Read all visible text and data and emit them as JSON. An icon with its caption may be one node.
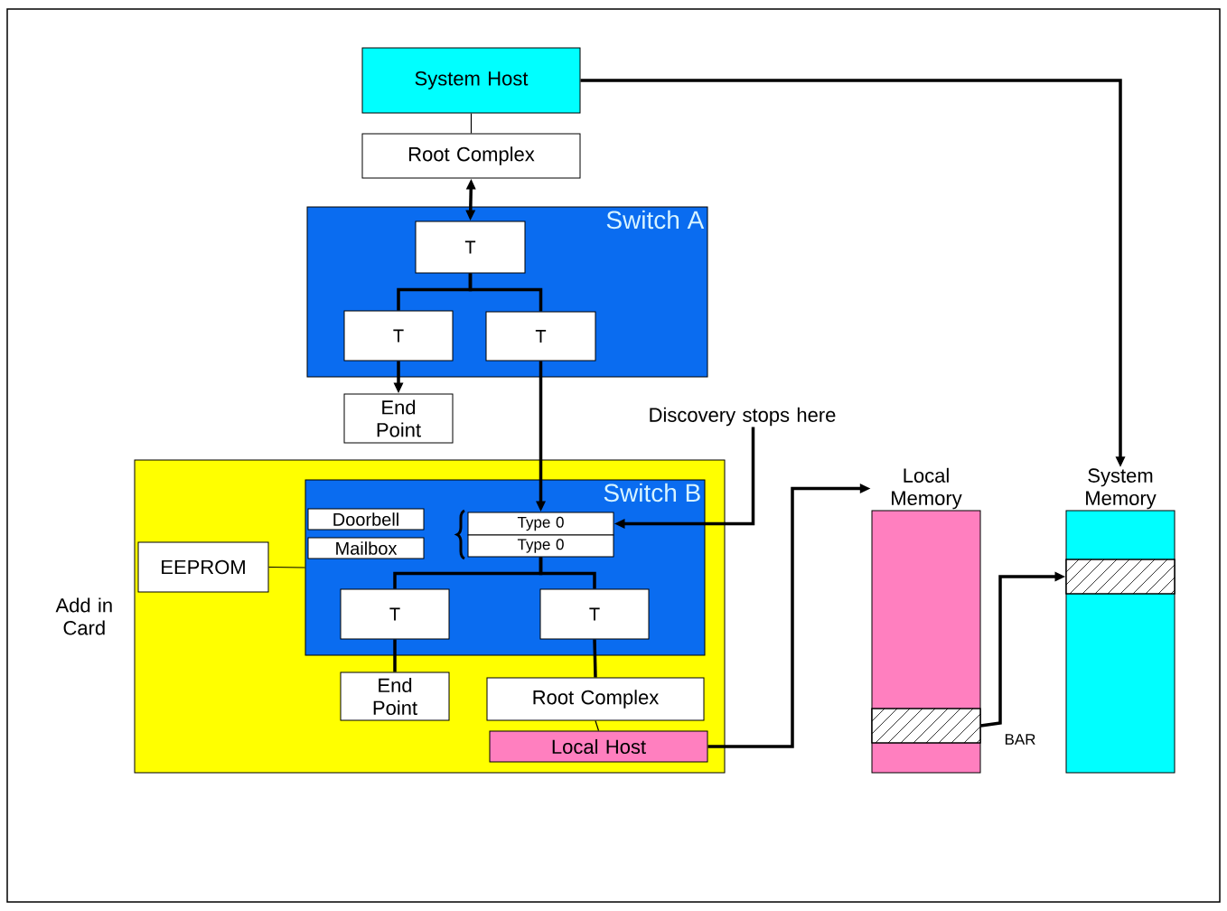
{
  "diagram": {
    "nodes": [
      {
        "text": [
          "System Host"
        ]
      },
      {
        "text": [
          "Root Complex"
        ]
      },
      {
        "text": [
          "Switch A"
        ]
      },
      {
        "text": [
          "T"
        ],
        "in": 2
      },
      {
        "text": [
          "T"
        ],
        "in": 2
      },
      {
        "text": [
          "T"
        ],
        "in": 2
      },
      {
        "text": [
          "End Point"
        ]
      },
      {
        "text": [
          "Discovery stops here"
        ]
      },
      {
        "text": [
          "Add in Card"
        ]
      },
      {
        "text": [
          "Switch B"
        ],
        "in": 8
      },
      {
        "text": [
          "Doorbell"
        ],
        "in": 9
      },
      {
        "text": [
          "Mailbox"
        ],
        "in": 9
      },
      {
        "text": [
          "Type 0"
        ],
        "in": 9
      },
      {
        "text": [
          "Type 0"
        ],
        "in": 9
      },
      {
        "text": [
          "T"
        ],
        "in": 9
      },
      {
        "text": [
          "T"
        ],
        "in": 9
      },
      {
        "text": [
          "EEPROM"
        ],
        "in": 8
      },
      {
        "text": [
          "End Point"
        ],
        "in": 8
      },
      {
        "text": [
          "Root Complex"
        ],
        "in": 8
      },
      {
        "text": [
          "Local Host"
        ],
        "in": 8
      },
      {
        "text": [
          "Local Memory"
        ]
      },
      {
        "text": [
          "System Memory"
        ]
      },
      {
        "text": [],
        "shape": "bar",
        "in": 20
      },
      {
        "text": [],
        "shape": "bar",
        "in": 21
      }
    ],
    "edges": [
      {
        "from": 0,
        "to": 1,
        "arrow": "none"
      },
      {
        "from": 1,
        "to": 3,
        "arrow": "both"
      },
      {
        "from": 3,
        "to": 4,
        "arrow": "none"
      },
      {
        "from": 3,
        "to": 5,
        "arrow": "none"
      },
      {
        "from": 4,
        "to": 6,
        "arrow": "to"
      },
      {
        "from": 5,
        "to": 12,
        "arrow": "to"
      },
      {
        "from": 7,
        "to": 12,
        "arrow": "to"
      },
      {
        "from": 13,
        "to": 14,
        "arrow": "none"
      },
      {
        "from": 13,
        "to": 15,
        "arrow": "none"
      },
      {
        "from": 14,
        "to": 17,
        "arrow": "none"
      },
      {
        "from": 15,
        "to": 18,
        "arrow": "none"
      },
      {
        "from": 18,
        "to": 19,
        "arrow": "none"
      },
      {
        "from": 16,
        "to": 9,
        "arrow": "none"
      },
      {
        "from": 0,
        "to": 21,
        "arrow": "to"
      },
      {
        "from": 19,
        "to": 20,
        "arrow": "to"
      },
      {
        "from": 22,
        "to": 23,
        "arrow": "to"
      }
    ],
    "labels": [
      "BAR"
    ]
  }
}
